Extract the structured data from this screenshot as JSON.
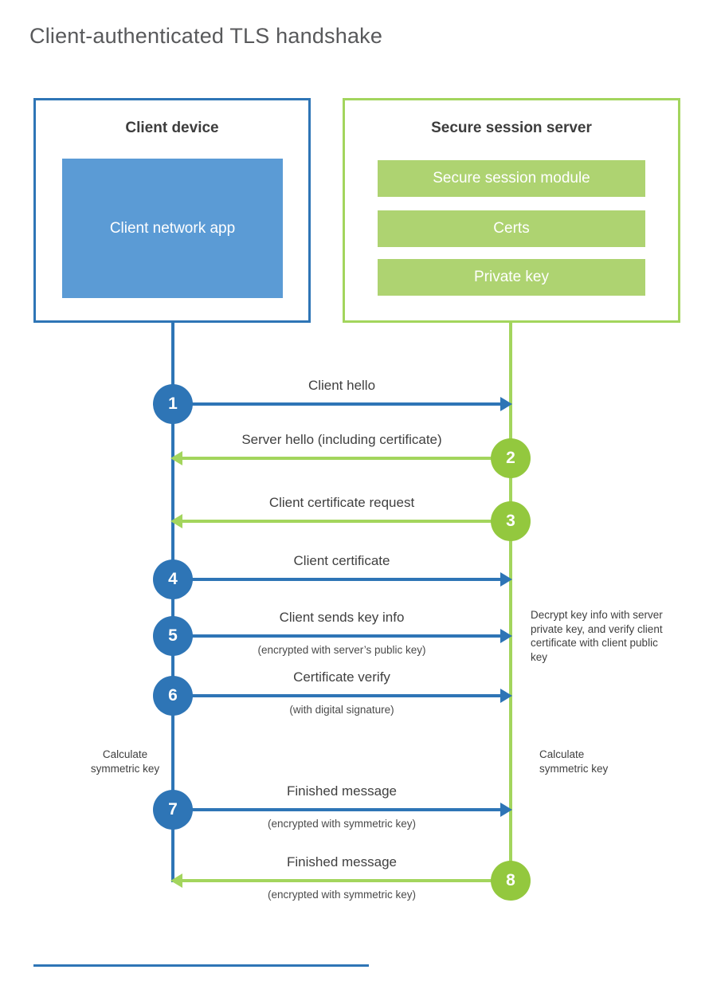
{
  "title": "Client-authenticated TLS handshake",
  "colors": {
    "blue": "#2e75b6",
    "blue_light": "#5b9bd5",
    "green": "#a3d55d",
    "green_fill": "#aed371",
    "green_circle": "#93c83e",
    "title_text": "#58595b"
  },
  "client": {
    "title": "Client device",
    "app_label": "Client network app"
  },
  "server": {
    "title": "Secure session server",
    "modules": [
      "Secure session module",
      "Certs",
      "Private key"
    ]
  },
  "messages": [
    {
      "num": "1",
      "label": "Client hello",
      "sublabel": "",
      "direction": "client-to-server"
    },
    {
      "num": "2",
      "label": "Server hello (including certificate)",
      "sublabel": "",
      "direction": "server-to-client"
    },
    {
      "num": "3",
      "label": "Client certificate request",
      "sublabel": "",
      "direction": "server-to-client"
    },
    {
      "num": "4",
      "label": "Client certificate",
      "sublabel": "",
      "direction": "client-to-server"
    },
    {
      "num": "5",
      "label": "Client sends key info",
      "sublabel": "(encrypted with server’s public key)",
      "direction": "client-to-server"
    },
    {
      "num": "6",
      "label": "Certificate verify",
      "sublabel": "(with digital signature)",
      "direction": "client-to-server"
    },
    {
      "num": "7",
      "label": "Finished message",
      "sublabel": "(encrypted with symmetric key)",
      "direction": "client-to-server"
    },
    {
      "num": "8",
      "label": "Finished message",
      "sublabel": "(encrypted with symmetric key)",
      "direction": "server-to-client"
    }
  ],
  "notes": {
    "decrypt": "Decrypt key info with server private key, and verify client certificate with client public key",
    "calc_left": "Calculate symmetric key",
    "calc_right": "Calculate symmetric key"
  }
}
